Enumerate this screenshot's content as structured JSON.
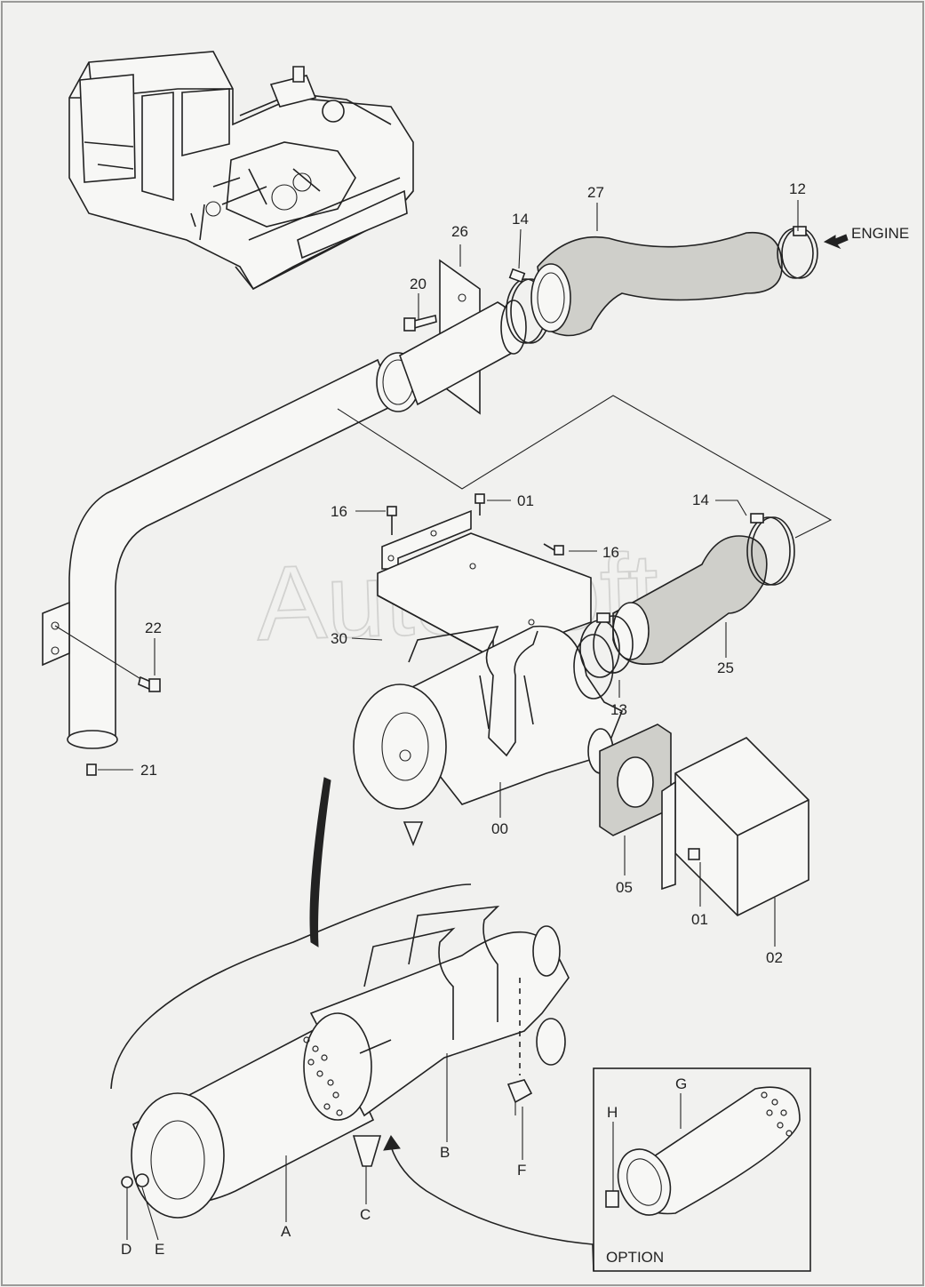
{
  "watermark": "AutoSoft",
  "engine_label": "ENGINE",
  "option_label": "OPTION",
  "callouts": {
    "c00": "00",
    "c01a": "01",
    "c01b": "01",
    "c02": "02",
    "c05": "05",
    "c12": "12",
    "c13": "13",
    "c14a": "14",
    "c14b": "14",
    "c16a": "16",
    "c16b": "16",
    "c20": "20",
    "c21": "21",
    "c22": "22",
    "c25": "25",
    "c26": "26",
    "c27": "27",
    "c30": "30",
    "cA": "A",
    "cB": "B",
    "cC": "C",
    "cD": "D",
    "cE": "E",
    "cF": "F",
    "cG": "G",
    "cH": "H"
  }
}
